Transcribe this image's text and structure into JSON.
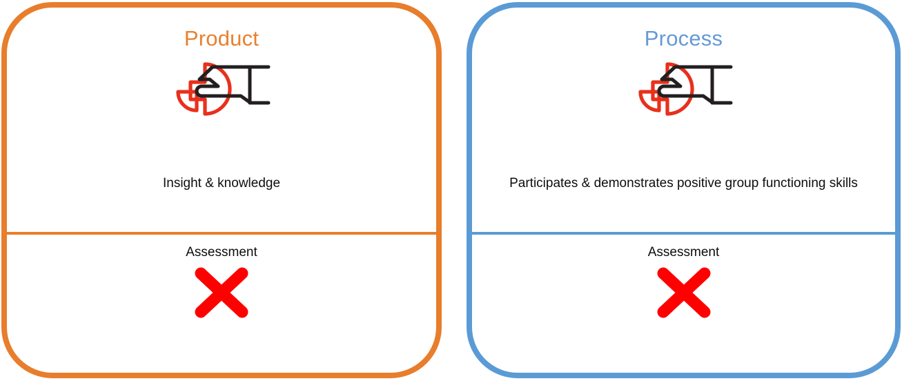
{
  "diagram": {
    "type": "two-panel-comparison",
    "background_color": "#ffffff",
    "cards": [
      {
        "id": "product",
        "title": "Product",
        "title_color": "#E8802E",
        "border_color": "#E87D2C",
        "divider_color": "#E87D2C",
        "icon_name": "hand-picking-pie-slice-icon",
        "icon_colors": {
          "pie": "#E8301C",
          "hand": "#231F20"
        },
        "body_text": "Insight & knowledge",
        "assessment_label": "Assessment",
        "assessment_mark": "red-x-mark",
        "assessment_mark_color": "#FF0000"
      },
      {
        "id": "process",
        "title": "Process",
        "title_color": "#6699D6",
        "border_color": "#5B9BD5",
        "divider_color": "#5B9BD5",
        "icon_name": "hand-picking-pie-slice-icon",
        "icon_colors": {
          "pie": "#E8301C",
          "hand": "#231F20"
        },
        "body_text": "Participates & demonstrates positive group functioning skills",
        "assessment_label": "Assessment",
        "assessment_mark": "red-x-mark",
        "assessment_mark_color": "#FF0000"
      }
    ]
  }
}
